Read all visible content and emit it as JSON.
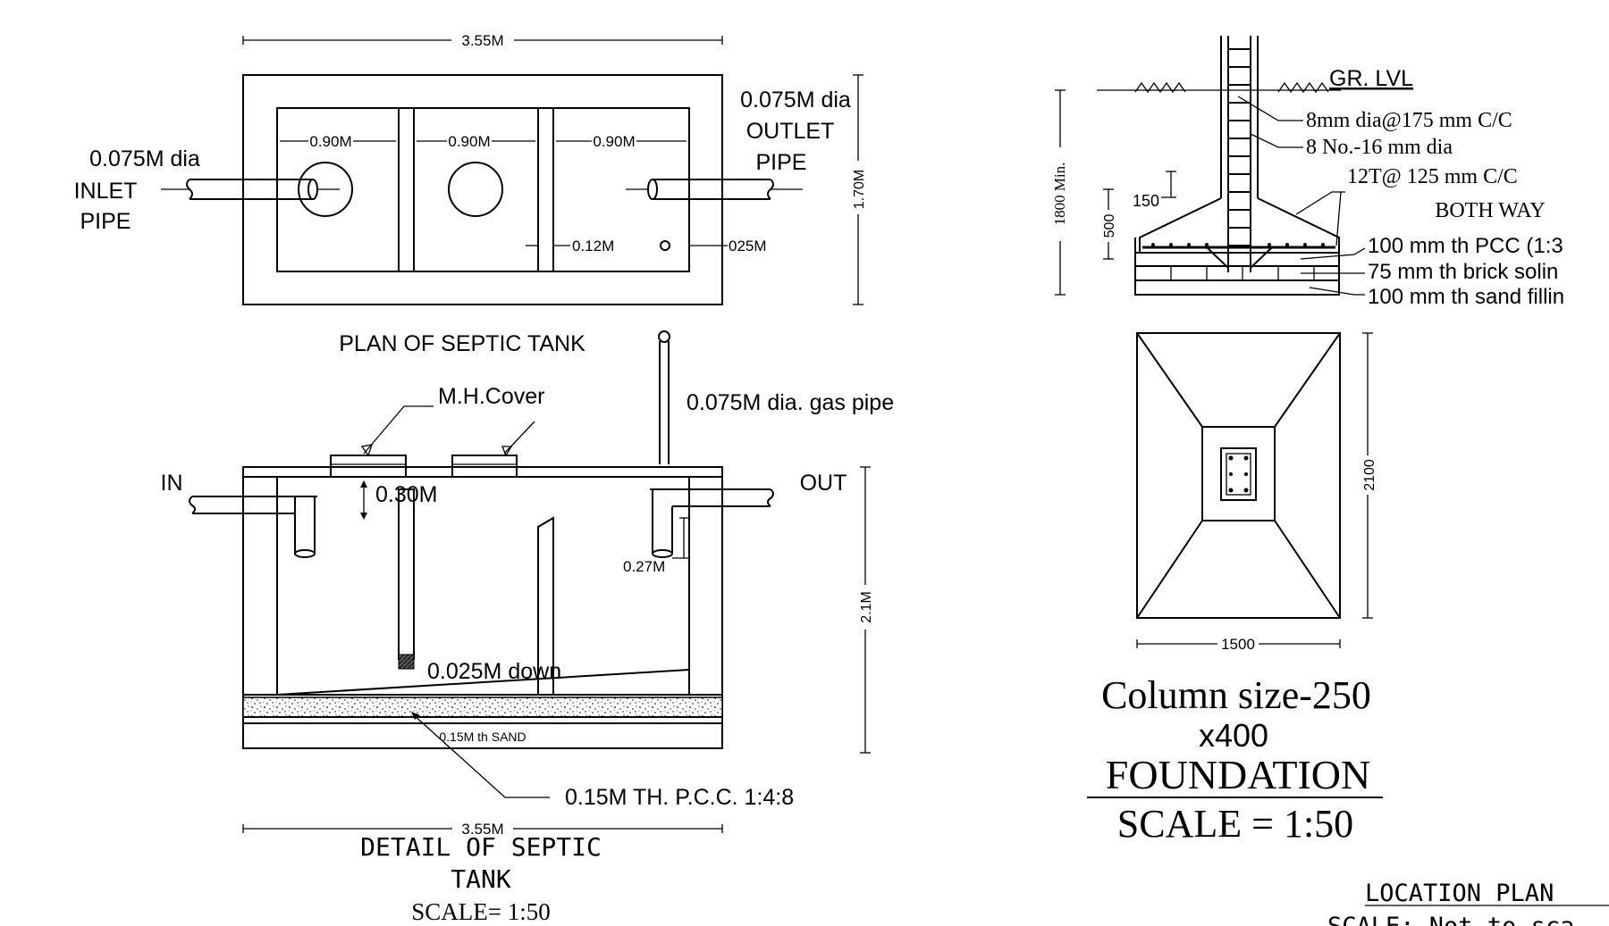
{
  "plan": {
    "overall_width": "3.55M",
    "chamber_1": "0.90M",
    "chamber_2": "0.90M",
    "chamber_3": "0.90M",
    "outlet_dia": "0.075M dia",
    "outlet_label_1": "OUTLET",
    "outlet_label_2": "PIPE",
    "height": "1.70M",
    "inlet_dia": "0.075M dia",
    "inlet_label_1": "INLET",
    "inlet_label_2": "PIPE",
    "wall": "0.12M",
    "side_gap": "025M",
    "title": "PLAN OF SEPTIC TANK"
  },
  "section": {
    "mh_cover": "M.H.Cover",
    "gas_pipe": "0.075M  dia. gas pipe",
    "in": "IN",
    "out": "OUT",
    "cover_depth": "0.30M",
    "outlet_drop": "0.27M",
    "height": "2.1M",
    "slope": "0.025M down",
    "sand": "0.15M th SAND",
    "pcc": "0.15M TH. P.C.C. 1:4:8",
    "overall_width": "3.55M",
    "title_1": "DETAIL  OF  SEPTIC",
    "title_2": "TANK",
    "scale": "SCALE= 1:50"
  },
  "foundation": {
    "ground_level": "GR. LVL",
    "stirrups": "8mm dia@175 mm C/C",
    "main_bars": "8 No.-16 mm dia",
    "footing_bars": "12T@ 125 mm C/C",
    "both_way": "BOTH WAY",
    "pcc": "100 mm th PCC (1:3",
    "soling": "75 mm th brick solin",
    "sand": "100 mm th sand fillin",
    "depth": "1800 Min.",
    "footing_depth": "500",
    "edge_depth": "150",
    "plan_length": "2100",
    "plan_width": "1500",
    "column_size_1": "Column size-250",
    "column_size_2": "x400",
    "title": "FOUNDATION",
    "scale": "SCALE = 1:50"
  },
  "location_plan": {
    "title": "LOCATION  PLAN",
    "scale": "SCALE: Not  to  sca"
  }
}
